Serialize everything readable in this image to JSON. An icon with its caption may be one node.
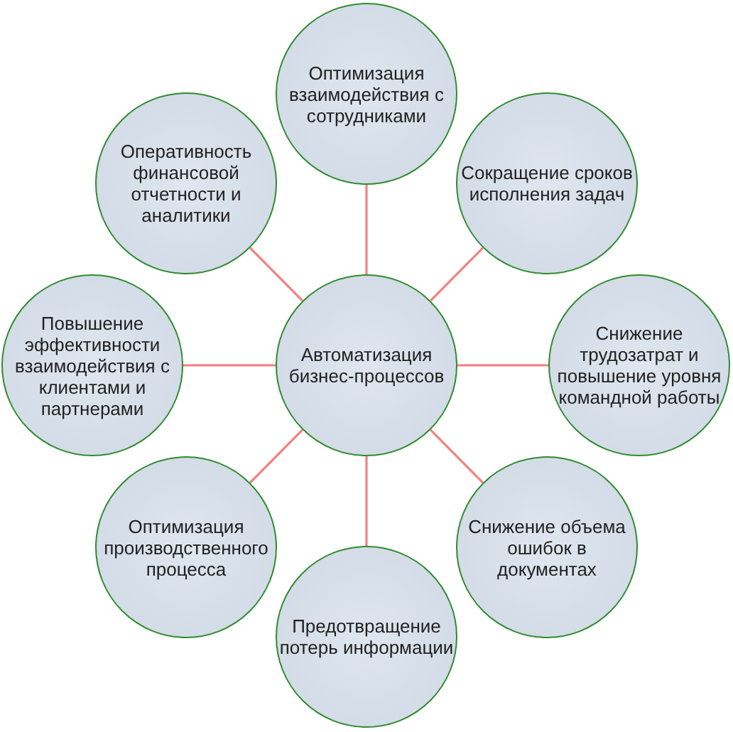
{
  "diagram": {
    "nodes": [
      {
        "text": [
          "Оптимизация взаимодействия с сотрудниками"
        ]
      },
      {
        "text": [
          "Оперативность финансовой отчетности и аналитики"
        ]
      },
      {
        "text": [
          "Сокращение сроков исполнения задач"
        ]
      },
      {
        "text": [
          "Повышение эффективности взаимодействия с клиентами и партнерами"
        ]
      },
      {
        "text": [
          "Автоматизация бизнес-процессов"
        ]
      },
      {
        "text": [
          "Снижение трудозатрат и повышение уровня командной работы"
        ]
      },
      {
        "text": [
          "Оптимизация производственного процесса"
        ]
      },
      {
        "text": [
          "Снижение объема ошибок в документах"
        ]
      },
      {
        "text": [
          "Предотвращение потерь информации"
        ]
      }
    ],
    "edges": [
      {
        "from": 4,
        "to": 0,
        "arrow": "none"
      },
      {
        "from": 4,
        "to": 2,
        "arrow": "none"
      },
      {
        "from": 4,
        "to": 5,
        "arrow": "none"
      },
      {
        "from": 4,
        "to": 7,
        "arrow": "none"
      },
      {
        "from": 4,
        "to": 8,
        "arrow": "none"
      },
      {
        "from": 4,
        "to": 6,
        "arrow": "none"
      },
      {
        "from": 4,
        "to": 3,
        "arrow": "none"
      },
      {
        "from": 4,
        "to": 1,
        "arrow": "none"
      }
    ]
  }
}
